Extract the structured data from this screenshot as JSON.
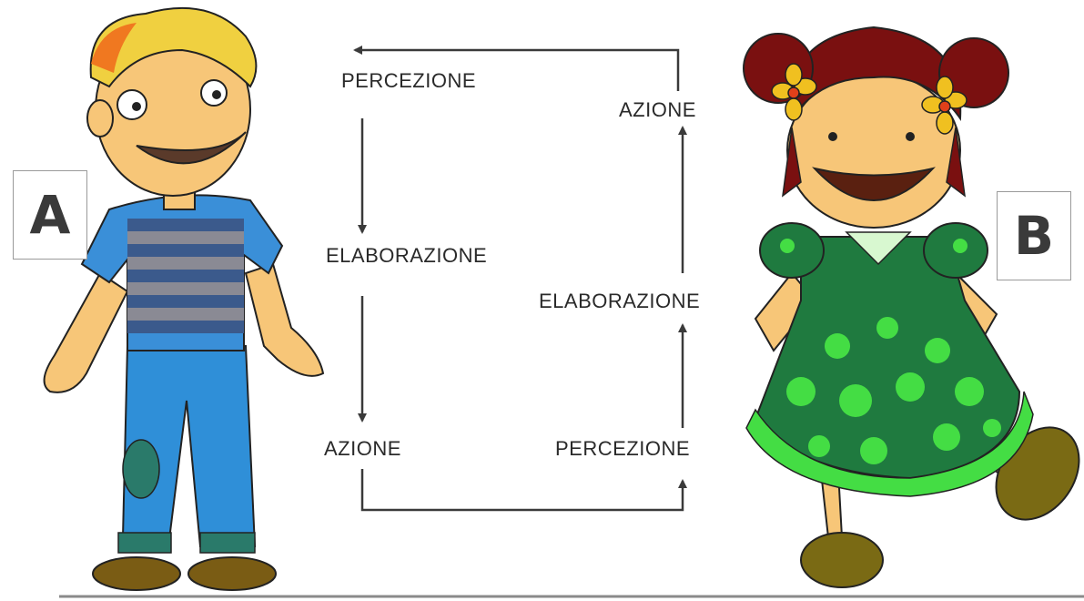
{
  "badges": {
    "a": "A",
    "b": "B"
  },
  "cycle_a": {
    "perception": "PERCEZIONE",
    "elaboration": "ELABORAZIONE",
    "action": "AZIONE"
  },
  "cycle_b": {
    "perception": "PERCEZIONE",
    "elaboration": "ELABORAZIONE",
    "action": "AZIONE"
  },
  "colors": {
    "arrow": "#3a3a3a",
    "boy_shirt": "#3a8fd8",
    "boy_jeans": "#2f8fd8",
    "girl_dress": "#1f7a3f",
    "girl_dots": "#44dd44",
    "girl_hair": "#7a1010"
  }
}
